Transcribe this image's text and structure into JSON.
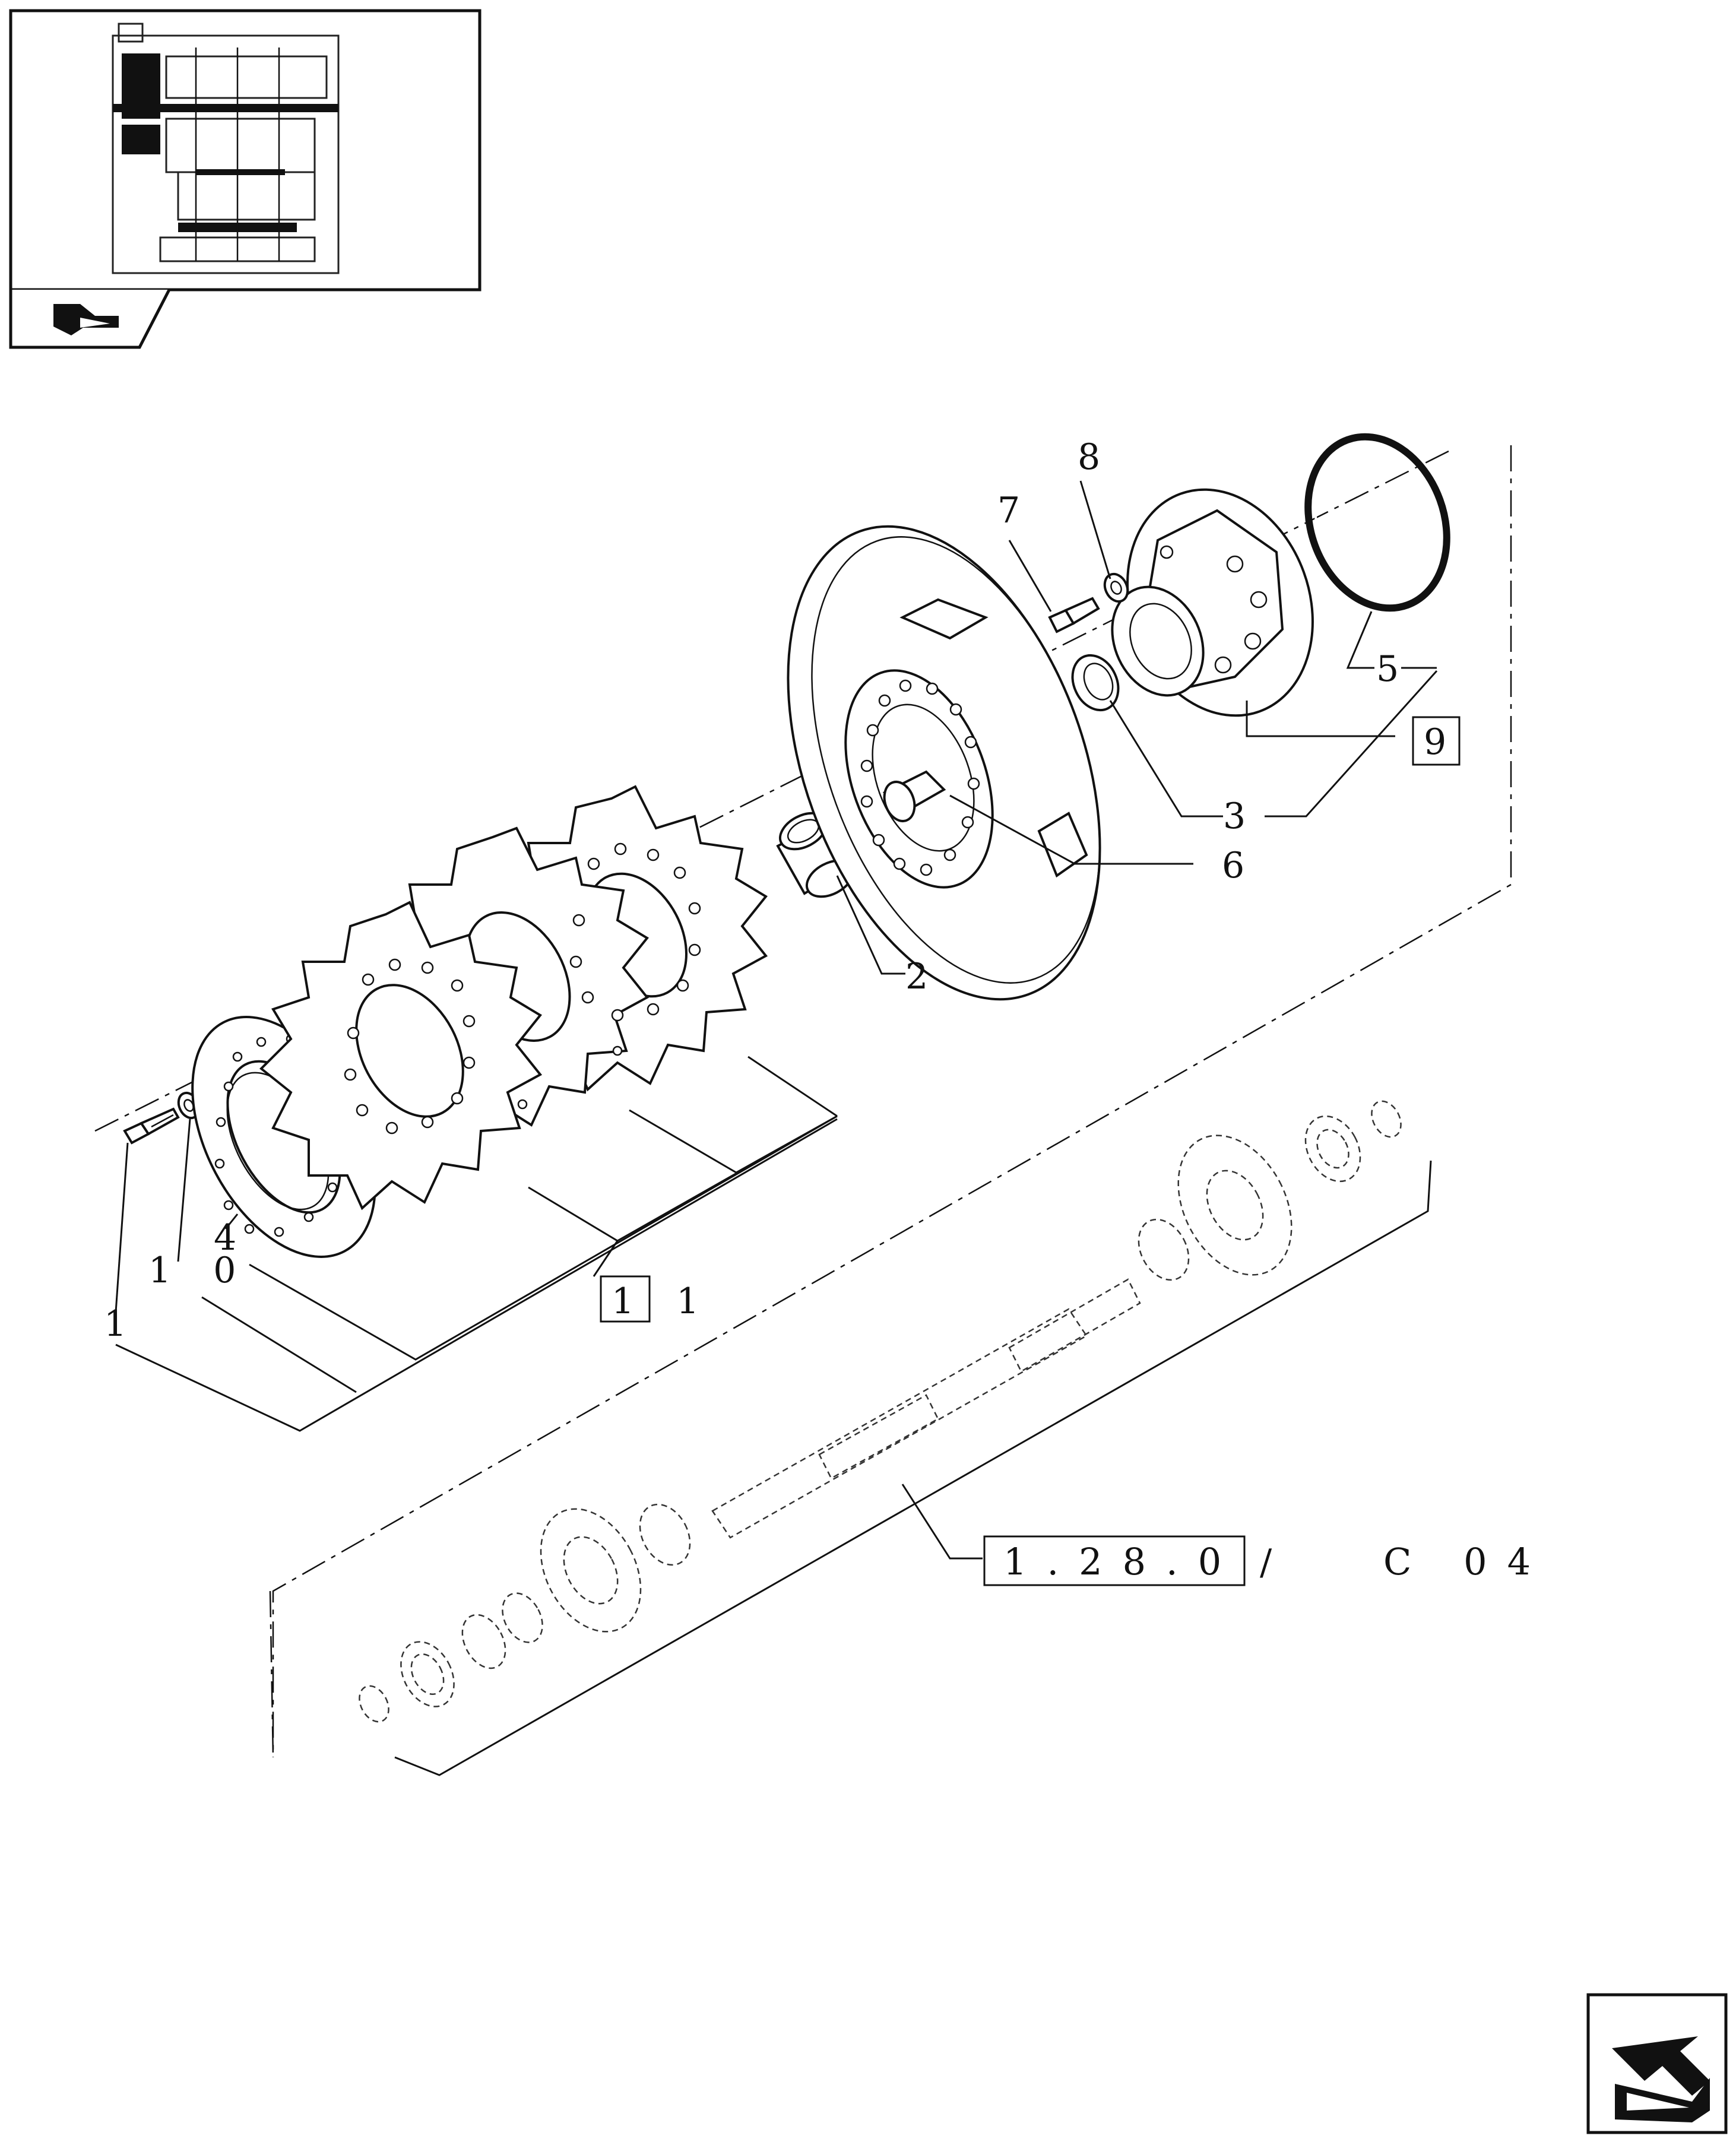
{
  "diagram": {
    "part_labels": {
      "p1": "1",
      "p2": "2",
      "p3": "3",
      "p4": "4",
      "p5": "5",
      "p6": "6",
      "p7": "7",
      "p8": "8",
      "p9": "9",
      "p10": "1 0",
      "p11": "1 1"
    },
    "reference": {
      "code": "1.28.0",
      "slash": "/",
      "suffix": "C 04"
    }
  },
  "icons": {
    "thumbnail": "transmission-thumbnail-icon",
    "nav_prev": "prev-page-arrow-icon",
    "nav_next": "next-page-arrow-icon"
  }
}
